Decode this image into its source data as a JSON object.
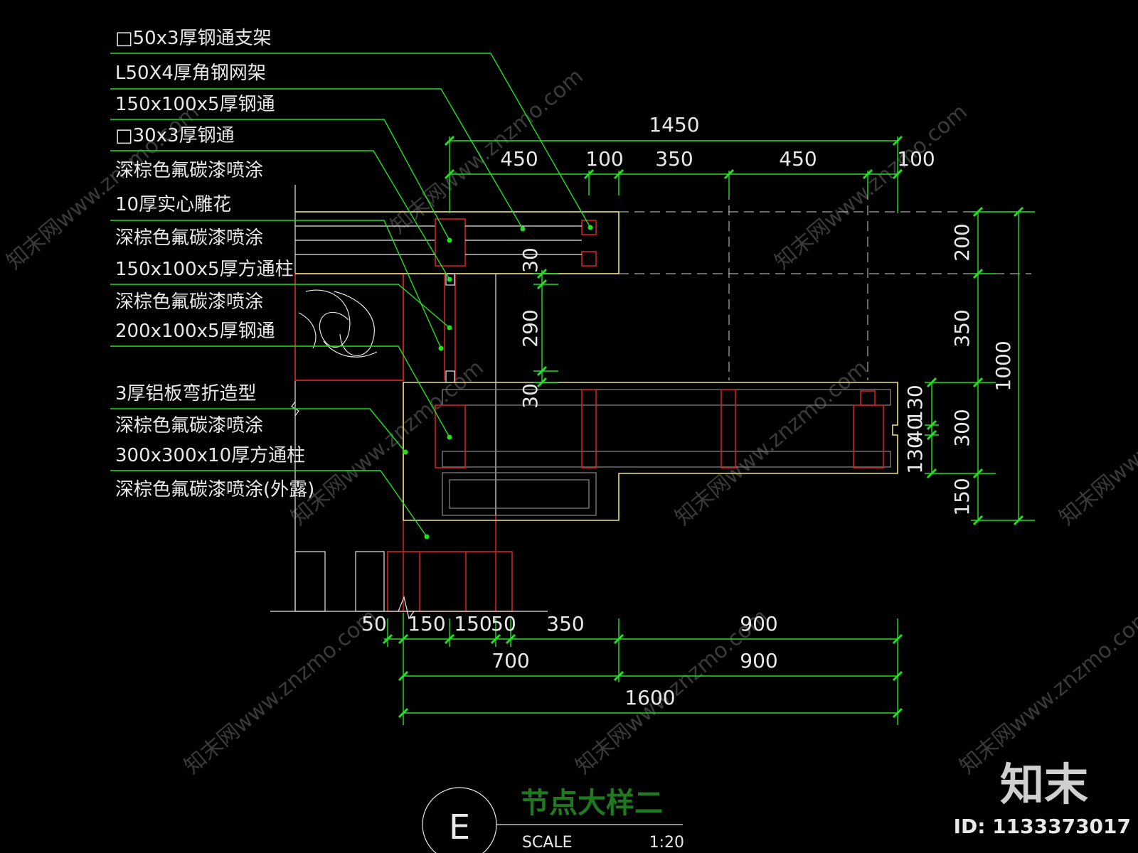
{
  "labels": [
    "□50x3厚钢通支架",
    "L50X4厚角钢网架",
    "150x100x5厚钢通",
    "□30x3厚钢通",
    "深棕色氟碳漆喷涂",
    "10厚实心雕花",
    "深棕色氟碳漆喷涂",
    "150x100x5厚方通柱",
    "深棕色氟碳漆喷涂",
    "200x100x5厚钢通",
    "3厚铝板弯折造型",
    "深棕色氟碳漆喷涂",
    "300x300x10厚方通柱",
    "深棕色氟碳漆喷涂(外露)"
  ],
  "top_dims": {
    "overall": "1450",
    "segments": [
      "450",
      "100",
      "350",
      "450",
      "100"
    ]
  },
  "inner_dims": {
    "gap_top": "30",
    "gap_mid": "290",
    "gap_bot": "30"
  },
  "right_dims": {
    "overall": "1000",
    "segments": [
      "200",
      "350",
      "300",
      "150"
    ],
    "small": [
      "130",
      "40",
      "130"
    ]
  },
  "bottom_dims": {
    "row1": [
      "50",
      "150",
      "150",
      "50",
      "350",
      "900"
    ],
    "row2": [
      "700",
      "900"
    ],
    "overall": "1600"
  },
  "title": {
    "marker": "E",
    "name": "节点大样二",
    "scale_label": "SCALE",
    "scale_value": "1:20"
  },
  "watermark": {
    "text": "znzmo.com",
    "text_cn": "知末网www.znzmo.com",
    "brand": "知末",
    "id": "ID: 1133373017"
  },
  "colors": {
    "background": "#000000",
    "dimension": "#21e021",
    "linework": "#e6e6e6",
    "steel": "#d02020",
    "outline": "#e8e27a",
    "title": "#1f7a1f"
  }
}
